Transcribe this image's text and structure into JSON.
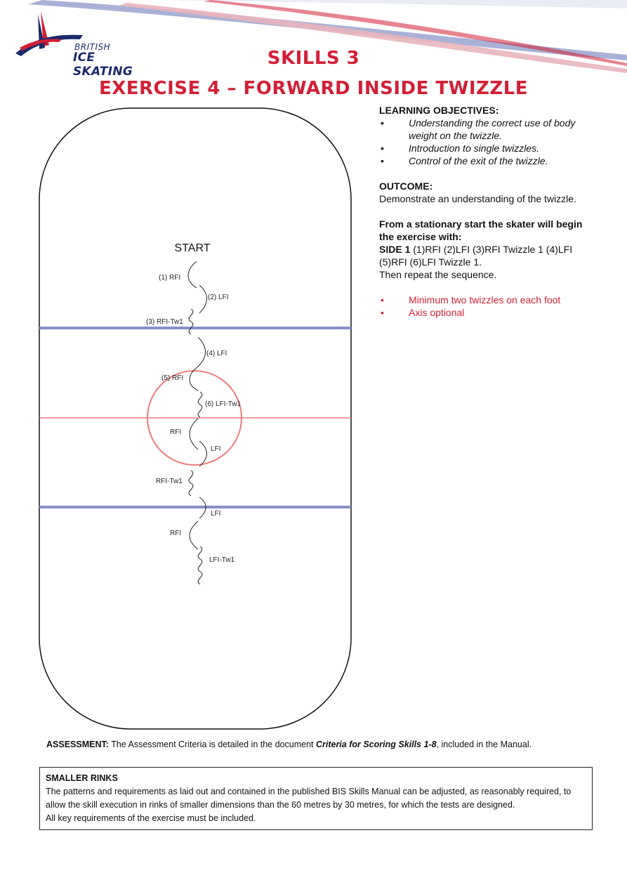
{
  "header": {
    "logo_text_top": "BRITISH",
    "logo_text_bottom": "ICE SKATING",
    "title_line1": "SKILLS 3",
    "title_line2": "EXERCISE 4 – FORWARD INSIDE TWIZZLE",
    "colors": {
      "brand_red": "#d21f35",
      "brand_navy": "#1c2a6b",
      "stripe_blue": "#8a93c7"
    }
  },
  "diagram": {
    "start_label": "START",
    "labels": {
      "l1": "(1) RFI",
      "l2": "(2) LFI",
      "l3": "(3) RFI-Tw1",
      "l4": "(4) LFI",
      "l5": "(5) RFI",
      "l6": "(6) LFI-Tw1",
      "l7": "RFI",
      "l8": "LFI",
      "l9": "RFI-Tw1",
      "l10": "LFI",
      "l11": "RFI",
      "l12": "LFI-Tw1"
    },
    "colors": {
      "blue_line": "#8a8fc9",
      "red_line": "#ee7b7b",
      "circle": "#ee7b7b"
    }
  },
  "objectives": {
    "heading": "LEARNING OBJECTIVES:",
    "items": [
      "Understanding the correct use of body weight on the twizzle.",
      "Introduction to single twizzles.",
      "Control of the exit of the twizzle."
    ]
  },
  "outcome": {
    "heading": "OUTCOME:",
    "text": "Demonstrate an understanding of the twizzle."
  },
  "start": {
    "intro": "From a stationary start the skater will begin the exercise with:",
    "side_label": "SIDE 1",
    "sequence": " (1)RFI (2)LFI (3)RFI Twizzle 1 (4)LFI (5)RFI (6)LFI Twizzle 1.",
    "repeat": "Then repeat the sequence."
  },
  "requirements": [
    "Minimum two twizzles on each foot",
    "Axis optional"
  ],
  "assessment": {
    "label": "ASSESSMENT:",
    "text1": " The Assessment Criteria is detailed in the document ",
    "doc": "Criteria for Scoring Skills 1-8",
    "text2": ", included in the Manual."
  },
  "smaller_rinks": {
    "heading": "SMALLER RINKS",
    "text": "The patterns and requirements as laid out and contained in the published BIS Skills Manual can be adjusted, as reasonably required, to allow the skill execution in rinks of smaller dimensions than the 60 metres by 30 metres, for which the tests are designed.",
    "text2": "All key requirements of the exercise must be included."
  }
}
